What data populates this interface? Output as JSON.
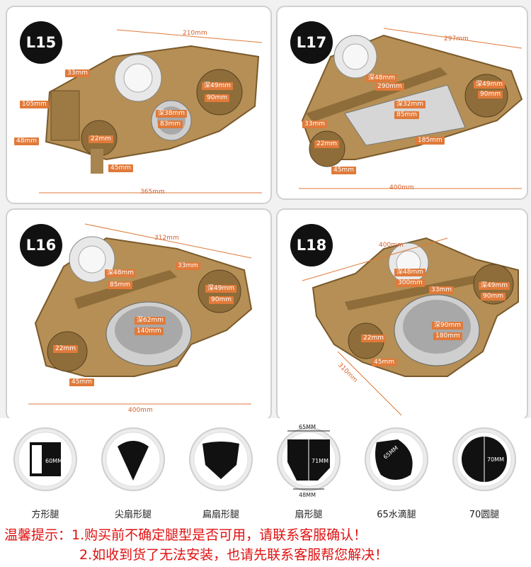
{
  "panels": {
    "l15": {
      "badge": "L15",
      "labels": [
        "210mm",
        "33mm",
        "105mm",
        "48mm",
        "深49mm",
        "90mm",
        "深38mm",
        "83mm",
        "22mm",
        "45mm",
        "365mm"
      ]
    },
    "l17": {
      "badge": "L17",
      "labels": [
        "297mm",
        "深48mm",
        "290mm",
        "深32mm",
        "85mm",
        "深49mm",
        "90mm",
        "33mm",
        "22mm",
        "185mm",
        "45mm",
        "400mm"
      ]
    },
    "l16": {
      "badge": "L16",
      "labels": [
        "312mm",
        "深48mm",
        "85mm",
        "33mm",
        "深49mm",
        "90mm",
        "深62mm",
        "140mm",
        "22mm",
        "45mm",
        "400mm"
      ]
    },
    "l18": {
      "badge": "L18",
      "labels": [
        "400mm",
        "深48mm",
        "300mm",
        "33mm",
        "深49mm",
        "90mm",
        "深90mm",
        "180mm",
        "22mm",
        "45mm",
        "310mm"
      ]
    }
  },
  "leg_types": [
    {
      "name": "方形腿",
      "dims": [
        "60MM"
      ]
    },
    {
      "name": "尖扇形腿",
      "dims": []
    },
    {
      "name": "扁扇形腿",
      "dims": []
    },
    {
      "name": "扇形腿",
      "dims": [
        "65MM",
        "71MM",
        "48MM"
      ]
    },
    {
      "name": "65水滴腿",
      "dims": [
        "65MM"
      ]
    },
    {
      "name": "70圆腿",
      "dims": [
        "70MM"
      ]
    }
  ],
  "tips": {
    "line1": "温馨提示：1.购买前不确定腿型是否可用，请联系客服确认！",
    "line2": "2.如收到货了无法安装，也请先联系客服帮您解决！"
  },
  "colors": {
    "accent": "#e07a3a",
    "gold": "#b8955a",
    "tip_red": "#e01010",
    "badge": "#111111"
  }
}
